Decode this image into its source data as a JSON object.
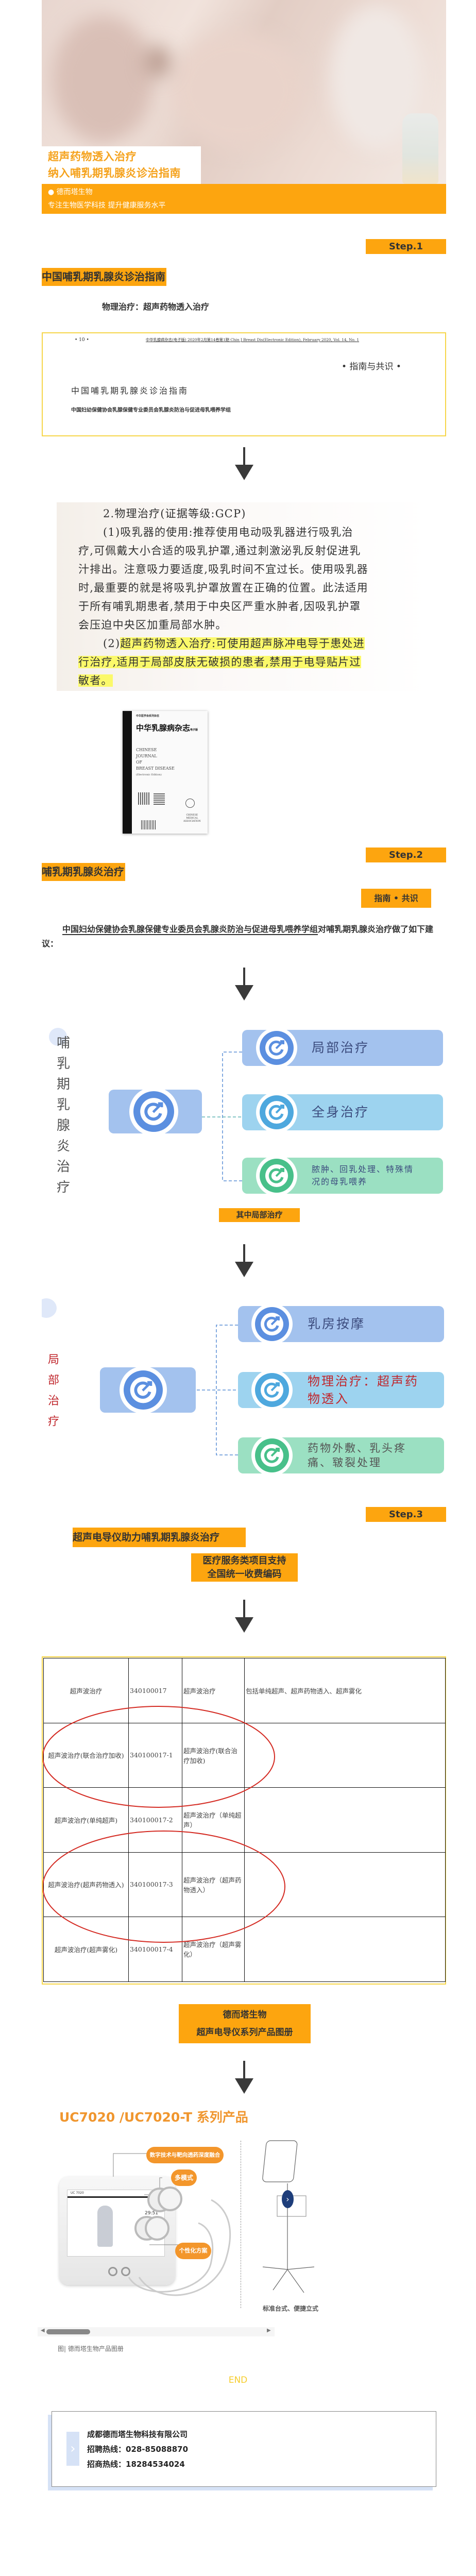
{
  "hero": {
    "title_line1": "超声药物透入治疗",
    "title_line2": "纳入哺乳期乳腺炎诊治指南",
    "brand": "德而塔生物",
    "slogan": "专注生物医学科技  提升健康服务水平"
  },
  "step1": {
    "step_label": "Step.1",
    "title": "中国哺乳期乳腺炎诊治指南",
    "subtitle": "物理治疗：超声药物透入治疗",
    "paper_header": {
      "page": "• 10 •",
      "journal": "中华乳腺病杂志(电子版) 2020年2月第14卷第1期 Chin J Breast Dis(Electronic Edition), February 2020, Vol. 14, No. 1",
      "column": "• 指南与共识 •",
      "title": "中国哺乳期乳腺炎诊治指南",
      "authors": "中国妇幼保健协会乳腺保健专业委员会乳腺炎防治与促进母乳喂养学组"
    },
    "excerpt_lines": [
      {
        "pre": "2.物理治疗(证据等级:GCP)",
        "hl": ""
      },
      {
        "pre": "(1)吸乳器的使用:推荐使用电动吸乳器进行吸乳治",
        "hl": ""
      },
      {
        "pre": "疗,可佩戴大小合适的吸乳护罩,通过刺激泌乳反射促进乳",
        "hl": ""
      },
      {
        "pre": "汁排出。注意吸力要适度,吸乳时间不宜过长。使用吸乳器",
        "hl": ""
      },
      {
        "pre": "时,最重要的就是将吸乳护罩放置在正确的位置。此法适用",
        "hl": ""
      },
      {
        "pre": "于所有哺乳期患者,禁用于中央区严重水肿者,因吸乳护罩",
        "hl": ""
      },
      {
        "pre": "会压迫中央区加重局部水肿。",
        "hl": ""
      },
      {
        "pre": "(2)",
        "hl": "超声药物透入治疗:可使用超声脉冲电导于患处进"
      },
      {
        "pre": "",
        "hl": "行治疗,适用于局部皮肤无破损的患者,禁用于电导贴片过"
      },
      {
        "pre": "",
        "hl": "敏者。"
      }
    ],
    "cover": {
      "publisher": "中华医学会系列杂志",
      "title_cn": "中华乳腺病杂志",
      "edition_cn": "电子版",
      "title_en_1": "CHINESE",
      "title_en_2": "JOURNAL",
      "title_en_3": "OF",
      "title_en_4": "BREAST DISEASE",
      "edition_en": "(Electronic Edition)",
      "assoc_1": "CHINESE",
      "assoc_2": "MEDICAL",
      "assoc_3": "ASSOCIATION"
    }
  },
  "step2": {
    "step_label": "Step.2",
    "title": "哺乳期乳腺炎治疗",
    "badge": "指南 • 共识",
    "paragraph_underlined": "中国妇幼保健协会乳腺保健专业委员会乳腺炎防治与促进母乳喂养学组",
    "paragraph_rest": "对哺乳期乳腺炎治疗做了如下建议：",
    "diagram1": {
      "vertical_title": "哺乳期乳腺炎治疗",
      "items": [
        "局部治疗",
        "全身治疗",
        "脓肿、回乳处理、特殊情况的母乳喂养"
      ]
    },
    "sub_label": "其中局部治疗",
    "diagram2": {
      "vertical_title": "局部治疗",
      "items": [
        "乳房按摩",
        "物理治疗：超声药物透入",
        "药物外敷、乳头疼痛、皲裂处理"
      ]
    }
  },
  "step3": {
    "step_label": "Step.3",
    "title": "超声电导仪助力哺乳期乳腺炎治疗",
    "badge_line1": "医疗服务类项目支持",
    "badge_line2": "全国统一收费编码",
    "table": [
      [
        "超声波治疗",
        "340100017",
        "超声波治疗",
        "包括单纯超声、超声药物透入、超声雾化"
      ],
      [
        "超声波治疗(联合治疗加收)",
        "340100017-1",
        "超声波治疗(联合治疗加收)",
        ""
      ],
      [
        "超声波治疗(单纯超声)",
        "340100017-2",
        "超声波治疗（单纯超声）",
        ""
      ],
      [
        "超声波治疗(超声药物透入)",
        "340100017-3",
        "超声波治疗（超声药物透入）",
        ""
      ],
      [
        "超声波治疗(超声雾化)",
        "340100017-4",
        "超声波治疗（超声雾化）",
        ""
      ]
    ],
    "highlighted_rows": [
      1,
      3
    ]
  },
  "brochure": {
    "line1": "德而塔生物",
    "line2": "超声电导仪系列产品图册"
  },
  "product": {
    "title": "UC7020 /UC7020-T 系列产品",
    "callouts": [
      "数字技术与靶向透药深度融合",
      "多模式",
      "个性化方案"
    ],
    "screen_model": "UC 7020",
    "screen_timer": "29:51",
    "stand_caption": "标准台式、便捷立式",
    "caption": "图| 德而塔生物产品图册"
  },
  "end_label": "END",
  "contact": {
    "company": "成都德而塔生物科技有限公司",
    "recruit": "招聘热线：028-85088870",
    "business": "招商热线：18284534024"
  },
  "colors": {
    "orange": "#fda50f",
    "yellow_border": "#f6d64a",
    "blue": "#5b8fe0",
    "light_blue": "#a3c2ee",
    "sky": "#9dd3ef",
    "green": "#9be0c2",
    "red": "#d0302f"
  }
}
